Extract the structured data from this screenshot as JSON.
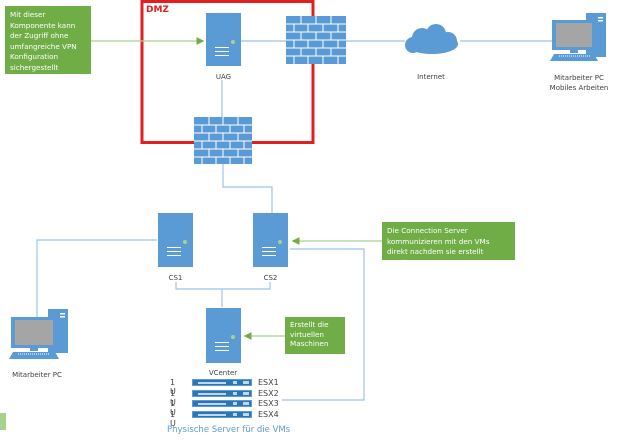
{
  "dmz": {
    "label": "DMZ",
    "border_color": "#e02020"
  },
  "nodes": {
    "uag": {
      "label": "UAG"
    },
    "internet": {
      "label": "Internet"
    },
    "mobile_pc": {
      "label_line1": "Mitarbeiter PC",
      "label_line2": "Mobiles Arbeiten"
    },
    "cs1": {
      "label": "CS1"
    },
    "cs2": {
      "label": "CS2"
    },
    "office_pc": {
      "label": "Mitarbeiter PC"
    },
    "vcenter": {
      "label": "VCenter"
    }
  },
  "notes": {
    "uag_note": "Mit dieser Komponente kann der Zugriff ohne umfangreiche VPN Konfiguration sichergestellt werden",
    "cs_note": "Die Connection Server kommunizieren mit den VMs direkt nachdem sie erstellt wurden.",
    "vcenter_note": "Erstellt die virtuellen Maschinen"
  },
  "esx_hosts": [
    {
      "units": "1 U",
      "name": "ESX1"
    },
    {
      "units": "1 U",
      "name": "ESX2"
    },
    {
      "units": "1 U",
      "name": "ESX3"
    },
    {
      "units": "1 U",
      "name": "ESX4"
    }
  ],
  "esx_caption": "Physische Server für die VMs",
  "colors": {
    "device_blue": "#5b9bd5",
    "note_green": "#70ad47",
    "line_blue": "#9dc3e6",
    "arrow_green": "#70ad47"
  }
}
